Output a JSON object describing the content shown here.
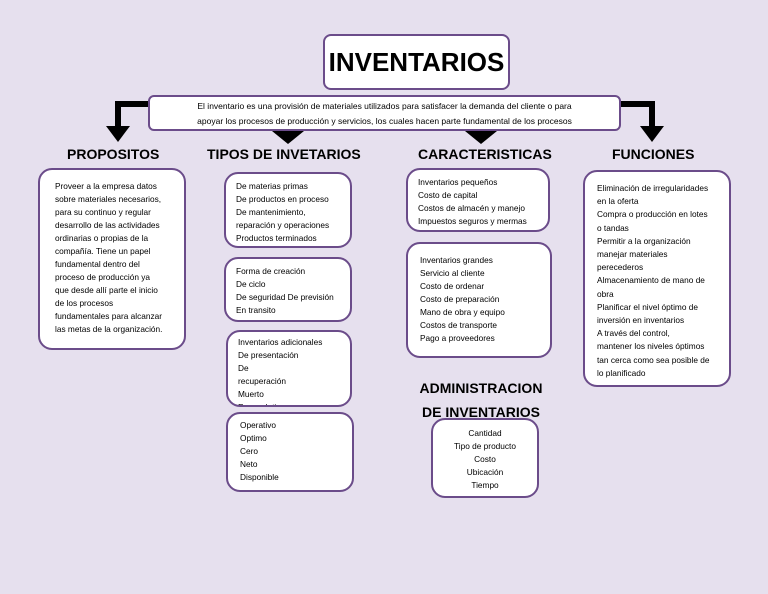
{
  "title": "INVENTARIOS",
  "definition": "El inventario es una provisión de materiales utilizados para satisfacer la demanda del cliente o para\napoyar los procesos de producción y servicios, los cuales hacen parte fundamental de los procesos",
  "headings": {
    "propositos": "PROPOSITOS",
    "tipos": "TIPOS DE INVETARIOS",
    "caracteristicas": "CARACTERISTICAS",
    "funciones": "FUNCIONES",
    "administracion": "ADMINISTRACION\nDE INVENTARIOS"
  },
  "propositos_text": "Proveer a la empresa datos\nsobre materiales necesarios,\npara su continuo y regular\ndesarrollo de las actividades\nordinarias o propias de la\ncompañía. Tiene un papel\nfundamental dentro del\nproceso de producción ya\nque desde allí parte el inicio\nde los procesos\nfundamentales para alcanzar\nlas metas de la organización.",
  "tipos_boxes": [
    "De materias primas\nDe productos en proceso\nDe mantenimiento,\nreparación y operaciones\nProductos terminados",
    "Forma de creación\nDe ciclo\nDe seguridad De previsión\nEn transito",
    "Inventarios adicionales\nDe presentación\n De\nrecuperación\nMuerto\nEspeculativo",
    "Operativo\n Optimo\nCero\nNeto\nDisponible"
  ],
  "caracteristicas_boxes": [
    "Inventarios pequeños\n Costo de capital\n Costos de almacén y manejo\n Impuestos seguros y mermas",
    "Inventarios grandes\nServicio al cliente\nCosto de ordenar\nCosto de preparación\nMano de obra y equipo\n Costos de transporte\nPago a proveedores"
  ],
  "funciones_text": "Eliminación de irregularidades\nen la oferta\nCompra o producción en lotes\no tandas\nPermitir a la organización\nmanejar materiales\nperecederos\nAlmacenamiento de mano de\nobra\nPlanificar el nivel óptimo de\ninversión en inventarios\nA través del control,\nmantener los niveles óptimos\ntan cerca como sea posible de\nlo planificado",
  "administracion_text": "Cantidad\nTipo de producto\nCosto\nUbicación\nTiempo",
  "colors": {
    "border": "#6b4c8a",
    "background": "#e6e0ee",
    "arrow": "#000000"
  }
}
